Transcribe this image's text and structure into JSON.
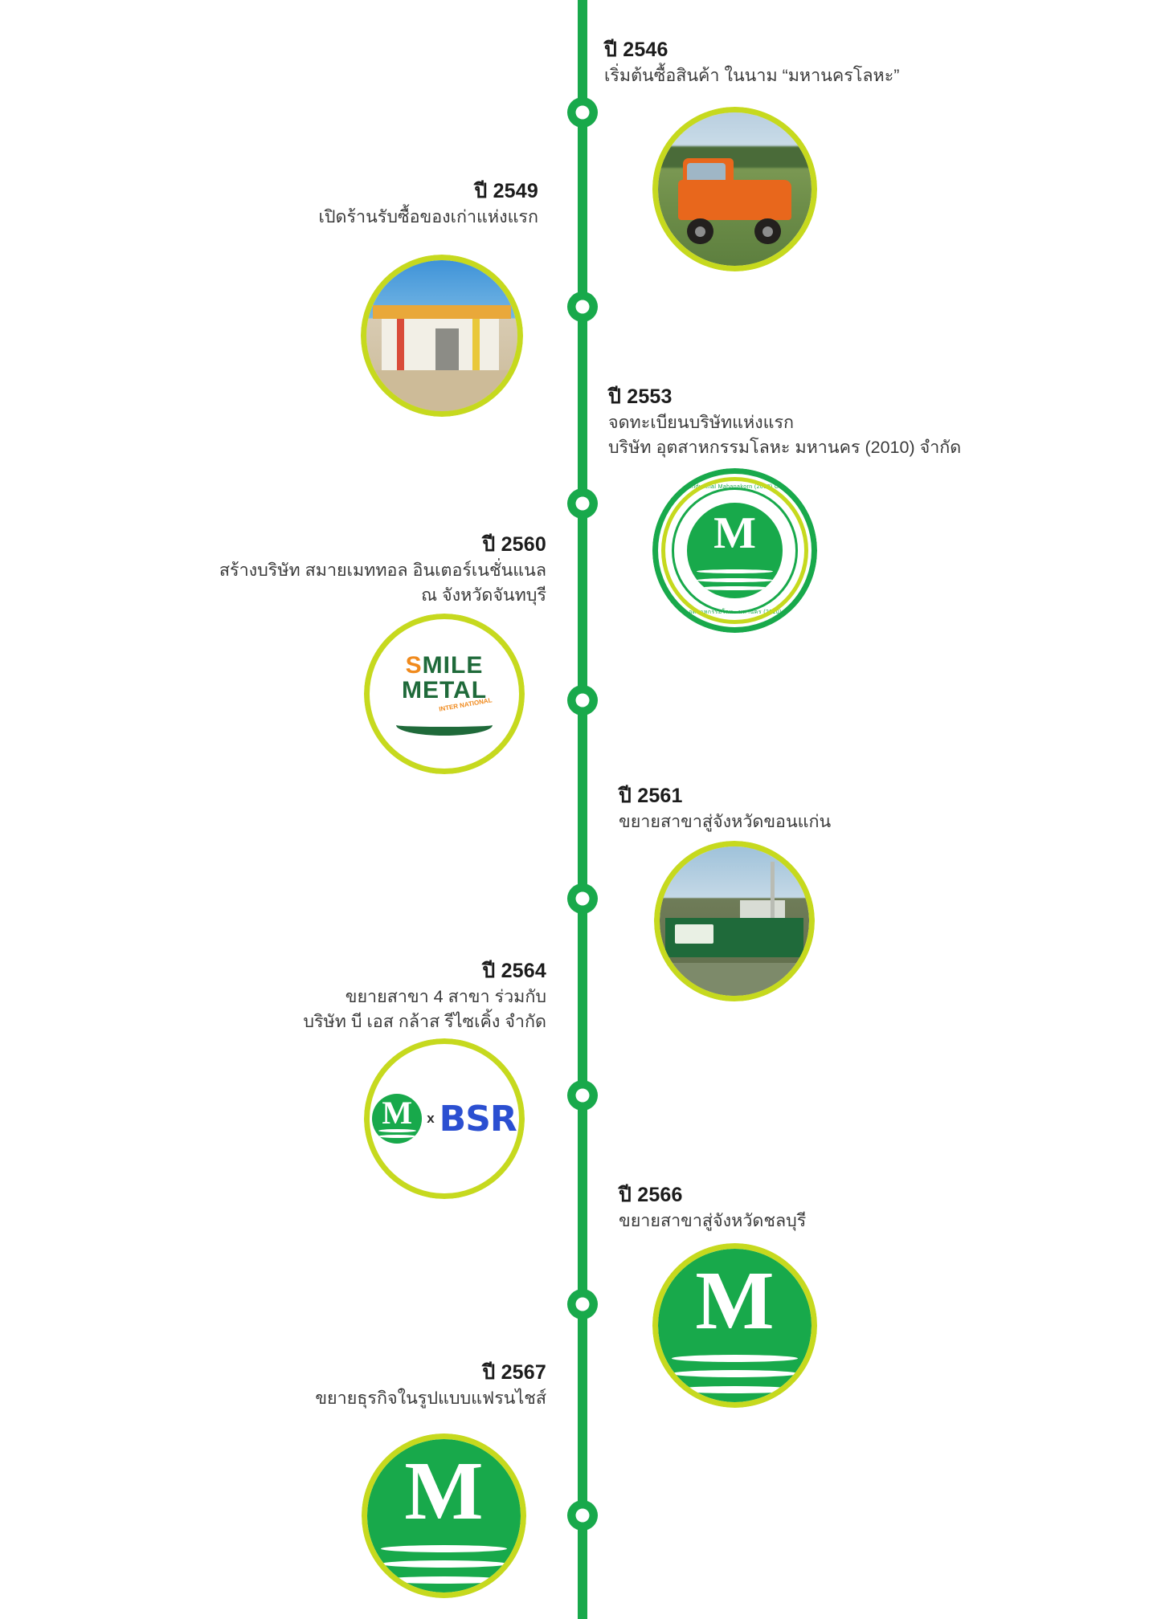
{
  "theme": {
    "rail_color": "#18a94b",
    "ring_color": "#c6d91e",
    "brand_green": "#18a94b",
    "text_color": "#1c1c1c"
  },
  "entries": [
    {
      "year": "ปี 2546",
      "lines": [
        "เริ่มต้นซื้อสินค้า ในนาม “มหานครโลหะ”"
      ],
      "side": "right",
      "media": "photo-pickup-truck"
    },
    {
      "year": "ปี 2549",
      "lines": [
        "เปิดร้านรับซื้อของเก่าแห่งแรก"
      ],
      "side": "left",
      "media": "photo-first-shop"
    },
    {
      "year": "ปี 2553",
      "lines": [
        "จดทะเบียนบริษัทแห่งแรก",
        "บริษัท อุตสาหกรรมโลหะ มหานคร (2010) จำกัด"
      ],
      "side": "right",
      "media": "logo-mahanakorn-seal"
    },
    {
      "year": "ปี 2560",
      "lines": [
        "สร้างบริษัท สมายเมททอล อินเตอร์เนชั่นแนล",
        "ณ จังหวัดจันทบุรี"
      ],
      "side": "left",
      "media": "logo-smile-metal"
    },
    {
      "year": "ปี 2561",
      "lines": [
        "ขยายสาขาสู่จังหวัดขอนแก่น"
      ],
      "side": "right",
      "media": "photo-khonkaen-branch"
    },
    {
      "year": "ปี 2564",
      "lines": [
        "ขยายสาขา 4 สาขา ร่วมกับ",
        "บริษัท บี เอส กล้าส รีไซเคิ้ง จำกัด"
      ],
      "side": "left",
      "media": "logo-m-x-bsr"
    },
    {
      "year": "ปี 2566",
      "lines": [
        "ขยายสาขาสู่จังหวัดชลบุรี"
      ],
      "side": "right",
      "media": "logo-mahanakorn-m"
    },
    {
      "year": "ปี 2567",
      "lines": [
        "ขยายธุรกิจในรูปแบบแฟรนไชส์"
      ],
      "side": "left",
      "media": "logo-mahanakorn-m"
    }
  ],
  "logos": {
    "seal_letter": "M",
    "seal_text_top": "Metal Industrial Mahanakorn (2010) Co.,Ltd.",
    "seal_text_bottom": "บริษัท อุตสาหกรรมโลหะ มหานคร (2010) จำกัด",
    "smile_line1_accent": "S",
    "smile_line1_rest": "MILE",
    "smile_line2": "METAL",
    "smile_sub": "INTER NATIONAL",
    "mbsr_letter": "M",
    "mbsr_join": "x",
    "mbsr_partner": "BSR",
    "bigm_letter": "M"
  }
}
